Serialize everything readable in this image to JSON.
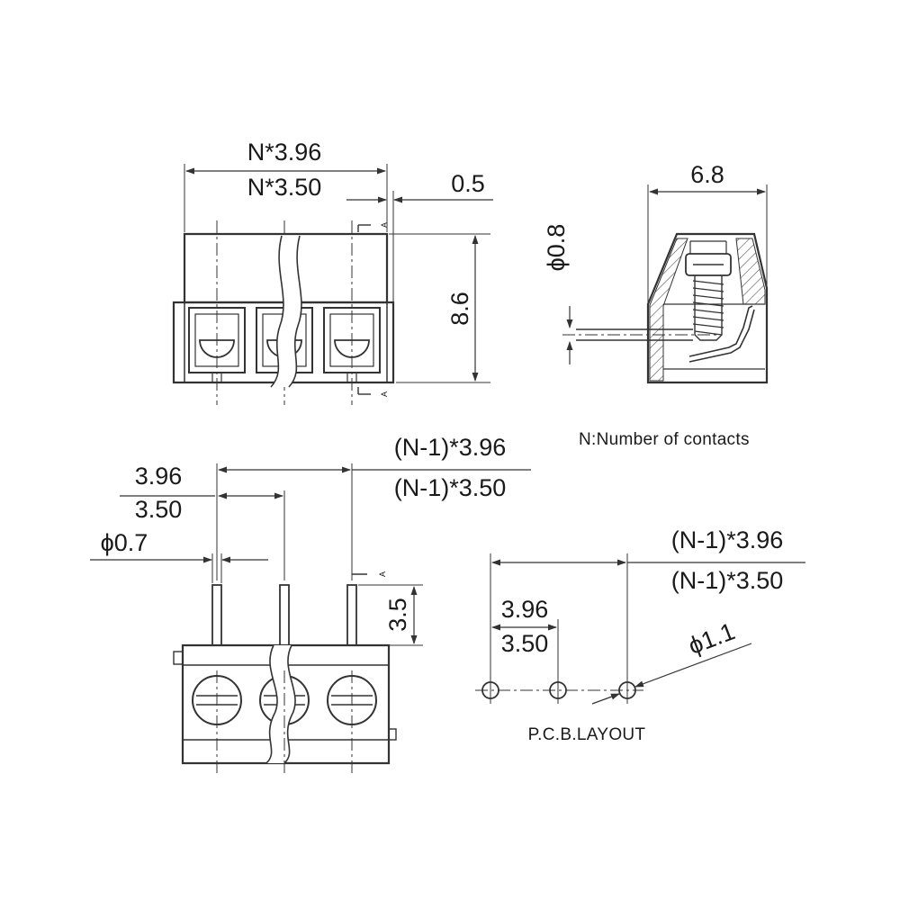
{
  "front_view": {
    "width_396": "N*3.96",
    "width_350": "N*3.50",
    "offset": "0.5",
    "height": "8.6",
    "section_mark_top": "A",
    "section_mark_bottom": "A"
  },
  "side_view": {
    "depth": "6.8",
    "wire_dia": "ϕ0.8"
  },
  "legend": {
    "note": "N:Number of contacts"
  },
  "bottom_view": {
    "span_396": "(N-1)*3.96",
    "span_350": "(N-1)*3.50",
    "pitch_396": "3.96",
    "pitch_350": "3.50",
    "pin_dia": "ϕ0.7",
    "pin_length": "3.5",
    "section_mark": "A"
  },
  "pcb_layout": {
    "span_396": "(N-1)*3.96",
    "span_350": "(N-1)*3.50",
    "pitch_396": "3.96",
    "pitch_350": "3.50",
    "hole_dia": "ϕ1.1",
    "caption": "P.C.B.LAYOUT"
  }
}
